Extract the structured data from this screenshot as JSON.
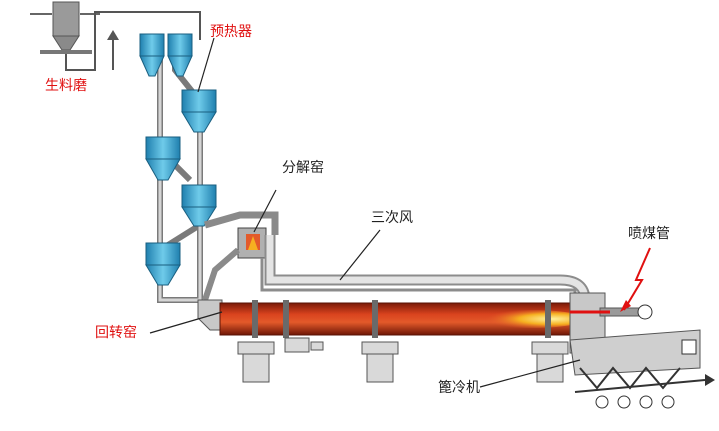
{
  "labels": {
    "raw_mill": "生料磨",
    "preheater": "预热器",
    "calciner": "分解窑",
    "tertiary_air": "三次风",
    "coal_burner": "喷煤管",
    "rotary_kiln": "回转窑",
    "grate_cooler": "篦冷机"
  },
  "colors": {
    "label_red": "#e01010",
    "label_dark": "#222222",
    "cyclone_blue": "#49b2d8",
    "duct_gray": "#bdbdbd",
    "kiln_red": "#c8381c",
    "flame": "#f6b020"
  }
}
